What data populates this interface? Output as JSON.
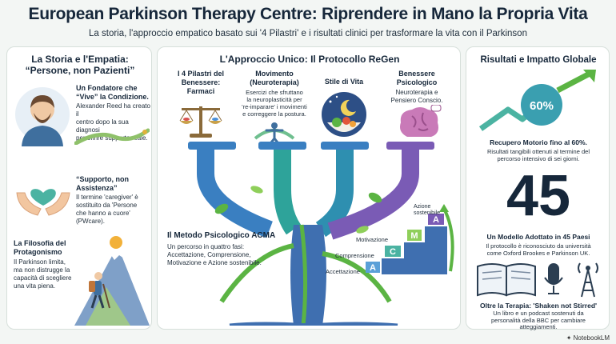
{
  "header": {
    "title": "European Parkinson Therapy Centre: Riprendere in Mano la Propria Vita",
    "subtitle": "La storia, l'approccio empatico basato sui '4 Pilastri' e i risultati clinici per trasformare la vita con il Parkinson"
  },
  "left": {
    "heading_line1": "La Storia e l'Empatia:",
    "heading_line2": "“Persone, non Pazienti”",
    "b1_title_1": "Un Fondatore che",
    "b1_title_2": "“Vive” la Condizione.",
    "b1_text_1": "Alexander Reed ha creato il",
    "b1_text_2": "centro dopo la sua diagnosi",
    "b1_text_3": "per offrire supporto reale.",
    "b2_title_1": "“Supporto, non",
    "b2_title_2": "Assistenza”",
    "b2_text_1": "Il termine 'caregiver' è",
    "b2_text_2": "sostituito da 'Persone",
    "b2_text_3": "che hanno a cuore'",
    "b2_text_4": "(PWcare).",
    "b3_title_1": "La Filosofia del",
    "b3_title_2": "Protagonismo",
    "b3_text_1": "Il Parkinson limita,",
    "b3_text_2": "ma non distrugge la",
    "b3_text_3": "capacità di scegliere",
    "b3_text_4": "una vita piena."
  },
  "middle": {
    "heading": "L'Approccio Unico: Il Protocollo ReGen",
    "p1_1": "I 4 Pilastri del",
    "p1_2": "Benessere:",
    "p1_3": "Farmaci",
    "p2_1": "Movimento",
    "p2_2": "(Neuroterapia)",
    "p2_t1": "Esercizi che sfruttano",
    "p2_t2": "la neuroplasticità per",
    "p2_t3": "'re-imparare' i movimenti",
    "p2_t4": "e correggere la postura.",
    "p3_1": "Stile di Vita",
    "p4_1": "Benessere",
    "p4_2": "Psicologico",
    "p4_t1": "Neuroterapia e",
    "p4_t2": "Pensiero Conscio.",
    "acma_title": "Il Metodo Psicologico ACMA",
    "acma_t1": "Un percorso in quattro fasi:",
    "acma_t2": "Accettazione, Comprensione,",
    "acma_t3": "Motivazione e Azione sostenibile.",
    "steps": [
      "Accettazione",
      "Comprensione",
      "Motivazione",
      "Azione sostenibile"
    ],
    "step_letters": [
      "A",
      "C",
      "M",
      "A"
    ]
  },
  "right": {
    "heading": "Risultati e Impatto Globale",
    "percent": "60%",
    "r1_title": "Recupero Motorio fino al 60%.",
    "r1_t1": "Risultati tangibili ottenuti al termine del",
    "r1_t2": "percorso intensivo di sei giorni.",
    "big_number": "45",
    "r2_title": "Un Modello Adottato in 45 Paesi",
    "r2_t1": "Il protocollo è riconosciuto da università",
    "r2_t2": "come Oxford Brookes e Parkinson UK.",
    "r3_title": "Oltre la Terapia: 'Shaken not Stirred'",
    "r3_t1": "Un libro e un podcast sostenuti da",
    "r3_t2": "personalità della BBC per cambiare",
    "r3_t3": "atteggiamenti."
  },
  "footer": {
    "brand": "NotebookLM"
  },
  "colors": {
    "navy": "#16273a",
    "blue": "#3a7fc1",
    "teal": "#2ea39a",
    "green": "#5bb443",
    "purple": "#7a5bb5"
  }
}
